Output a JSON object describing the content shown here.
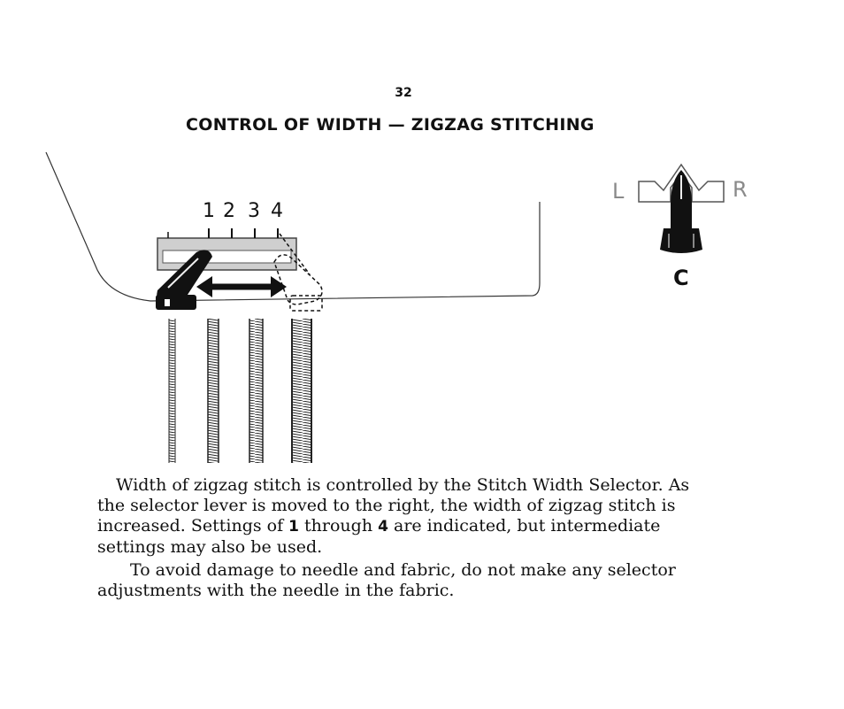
{
  "page": {
    "number": "32",
    "title": "CONTROL OF WIDTH — ZIGZAG STITCHING"
  },
  "selector_diagram": {
    "settings": [
      "1",
      "2",
      "3",
      "4"
    ]
  },
  "knob_diagram": {
    "left_label": "L",
    "right_label": "R",
    "knob_label": "C"
  },
  "body": {
    "paragraph_1": {
      "part_1": "Width of zigzag stitch is controlled by the Stitch Width Selector. As the selector lever is moved to the right, the width of zigzag stitch is increased. Settings of ",
      "setting_low": "1",
      "part_2": " through ",
      "setting_high": "4",
      "part_3": " are indicated, but intermediate settings may also be used."
    },
    "paragraph_2": "To avoid damage to needle and fabric, do not make any selector adjustments with the needle in the fabric."
  }
}
